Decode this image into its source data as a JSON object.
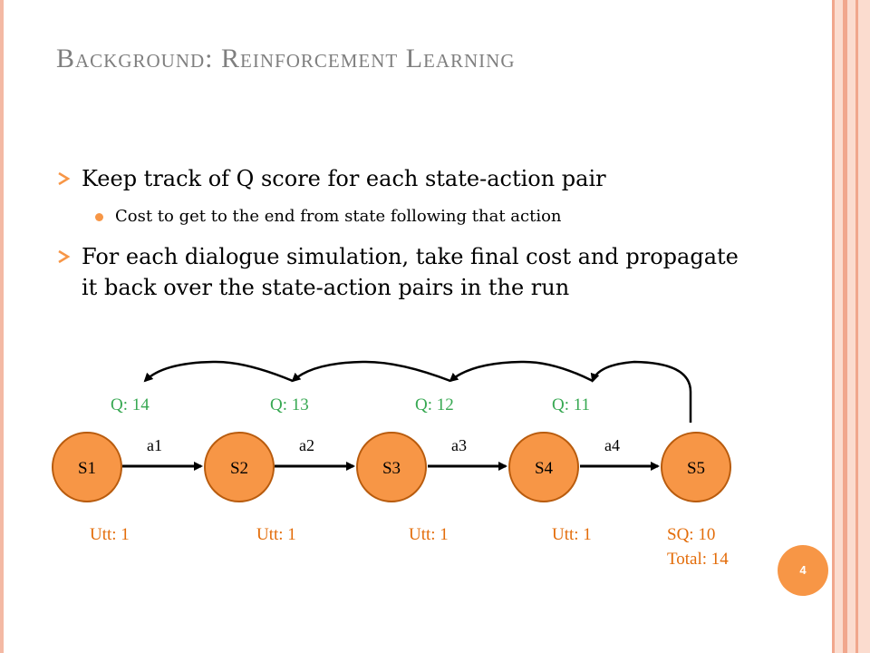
{
  "slide": {
    "title": "Background: Reinforcement Learning",
    "page_number": "4"
  },
  "bullets": [
    {
      "text": "Keep track of Q score for each state-action pair"
    },
    {
      "text": "Cost to get to the end from state following that action"
    },
    {
      "text": "For each dialogue simulation, take final cost and propagate it back over the state-action pairs in the run"
    }
  ],
  "diagram": {
    "states": [
      "S1",
      "S2",
      "S3",
      "S4",
      "S5"
    ],
    "actions": [
      "a1",
      "a2",
      "a3",
      "a4"
    ],
    "q_scores": [
      "Q: 14",
      "Q: 13",
      "Q: 12",
      "Q: 11"
    ],
    "utterance_costs": [
      "Utt: 1",
      "Utt: 1",
      "Utt: 1",
      "Utt: 1"
    ],
    "final": {
      "sq": "SQ: 10",
      "total": "Total: 14"
    }
  },
  "colors": {
    "title": "#7f7f7f",
    "accent": "#f79646",
    "q_text": "#37a852",
    "cost_text": "#e36c09",
    "frame": "#f1a78d"
  }
}
